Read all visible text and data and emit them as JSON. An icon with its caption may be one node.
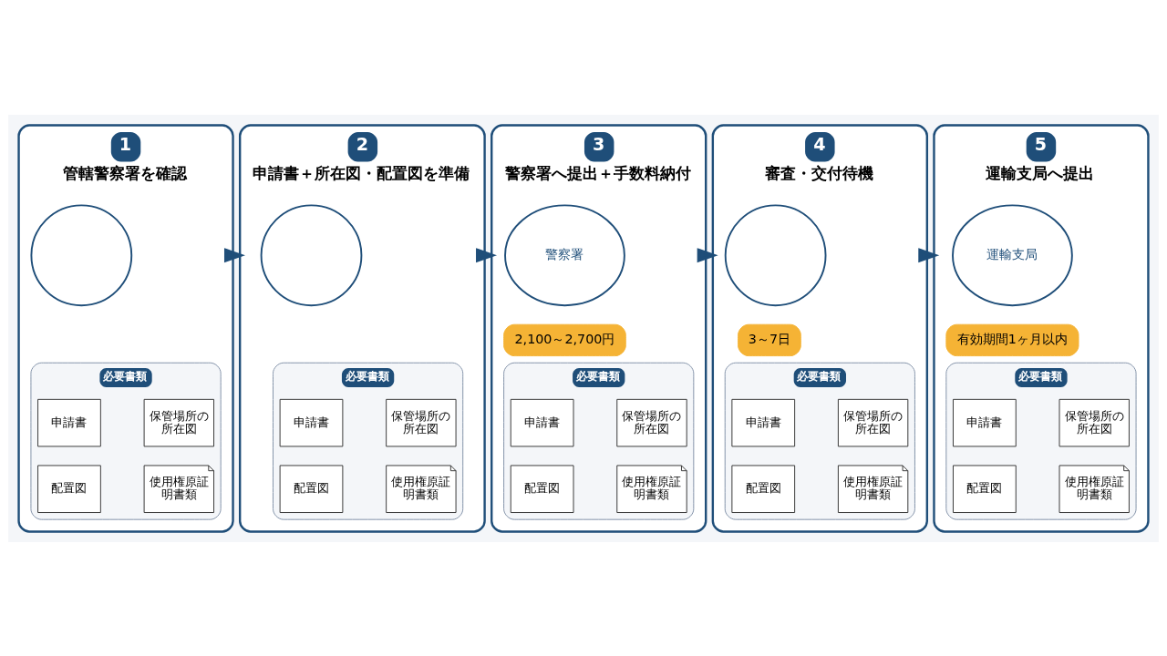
{
  "diagram": {
    "nodes": [
      {
        "text": [
          "1",
          "管轄警察署を確認"
        ]
      },
      {
        "text": [],
        "shape": "circle",
        "in": 0
      },
      {
        "text": [
          "必要書類"
        ],
        "in": 0
      },
      {
        "text": [
          "申請書"
        ],
        "in": 2
      },
      {
        "text": [
          "保管場所の所在図"
        ],
        "in": 2
      },
      {
        "text": [
          "配置図"
        ],
        "in": 2
      },
      {
        "text": [
          "使用権原証明書類"
        ],
        "in": 2
      },
      {
        "text": [
          "2",
          "申請書＋所在図・配置図を準備"
        ]
      },
      {
        "text": [],
        "shape": "circle",
        "in": 7
      },
      {
        "text": [
          "必要書類"
        ],
        "in": 7
      },
      {
        "text": [
          "申請書"
        ],
        "in": 9
      },
      {
        "text": [
          "保管場所の所在図"
        ],
        "in": 9
      },
      {
        "text": [
          "配置図"
        ],
        "in": 9
      },
      {
        "text": [
          "使用権原証明書類"
        ],
        "in": 9
      },
      {
        "text": [
          "3",
          "警察署へ提出＋手数料納付"
        ]
      },
      {
        "text": [
          "警察署"
        ],
        "in": 14
      },
      {
        "text": [
          "2,100～2,700円"
        ],
        "in": 14
      },
      {
        "text": [
          "必要書類"
        ],
        "in": 14
      },
      {
        "text": [
          "申請書"
        ],
        "in": 17
      },
      {
        "text": [
          "保管場所の所在図"
        ],
        "in": 17
      },
      {
        "text": [
          "配置図"
        ],
        "in": 17
      },
      {
        "text": [
          "使用権原証明書類"
        ],
        "in": 17
      },
      {
        "text": [
          "4",
          "審査・交付待機"
        ]
      },
      {
        "text": [],
        "shape": "circle",
        "in": 22
      },
      {
        "text": [
          "3～7日"
        ],
        "in": 22
      },
      {
        "text": [
          "必要書類"
        ],
        "in": 22
      },
      {
        "text": [
          "申請書"
        ],
        "in": 25
      },
      {
        "text": [
          "保管場所の所在図"
        ],
        "in": 25
      },
      {
        "text": [
          "配置図"
        ],
        "in": 25
      },
      {
        "text": [
          "使用権原証明書類"
        ],
        "in": 25
      },
      {
        "text": [
          "5",
          "運輸支局へ提出"
        ]
      },
      {
        "text": [
          "運輸支局"
        ],
        "in": 30
      },
      {
        "text": [
          "有効期間1ヶ月以内"
        ],
        "in": 30
      },
      {
        "text": [
          "必要書類"
        ],
        "in": 30
      },
      {
        "text": [
          "申請書"
        ],
        "in": 33
      },
      {
        "text": [
          "保管場所の所在図"
        ],
        "in": 33
      },
      {
        "text": [
          "配置図"
        ],
        "in": 33
      },
      {
        "text": [
          "使用権原証明書類"
        ],
        "in": 33
      }
    ],
    "edges": [
      {
        "from": 0,
        "to": 7,
        "arrow": "to"
      },
      {
        "from": 7,
        "to": 14,
        "arrow": "to"
      },
      {
        "from": 14,
        "to": 22,
        "arrow": "to"
      },
      {
        "from": 22,
        "to": 30,
        "arrow": "to"
      }
    ]
  }
}
